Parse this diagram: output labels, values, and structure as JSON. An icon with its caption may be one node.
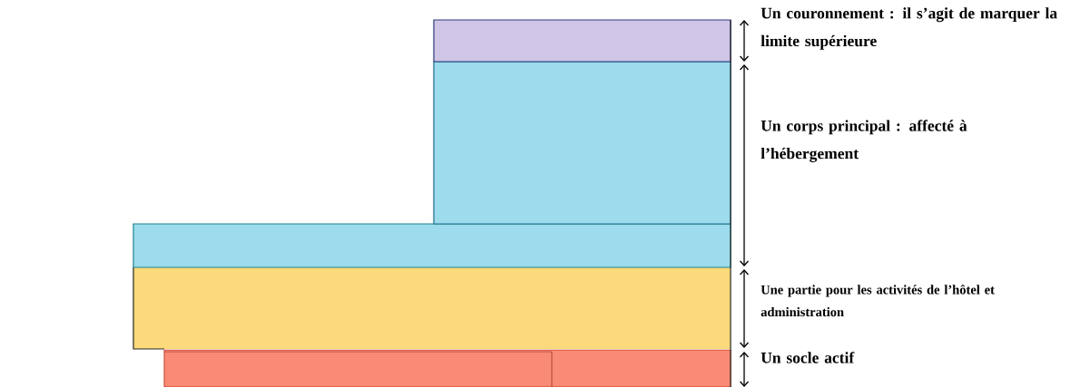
{
  "diagram": {
    "labels": [
      "Un couronnement : il s’agit de marquer la limite supérieure",
      "Un corps principal : affecté à l’hébergement",
      "Une partie pour les activités de l’hôtel et administration",
      "Un socle actif"
    ]
  }
}
